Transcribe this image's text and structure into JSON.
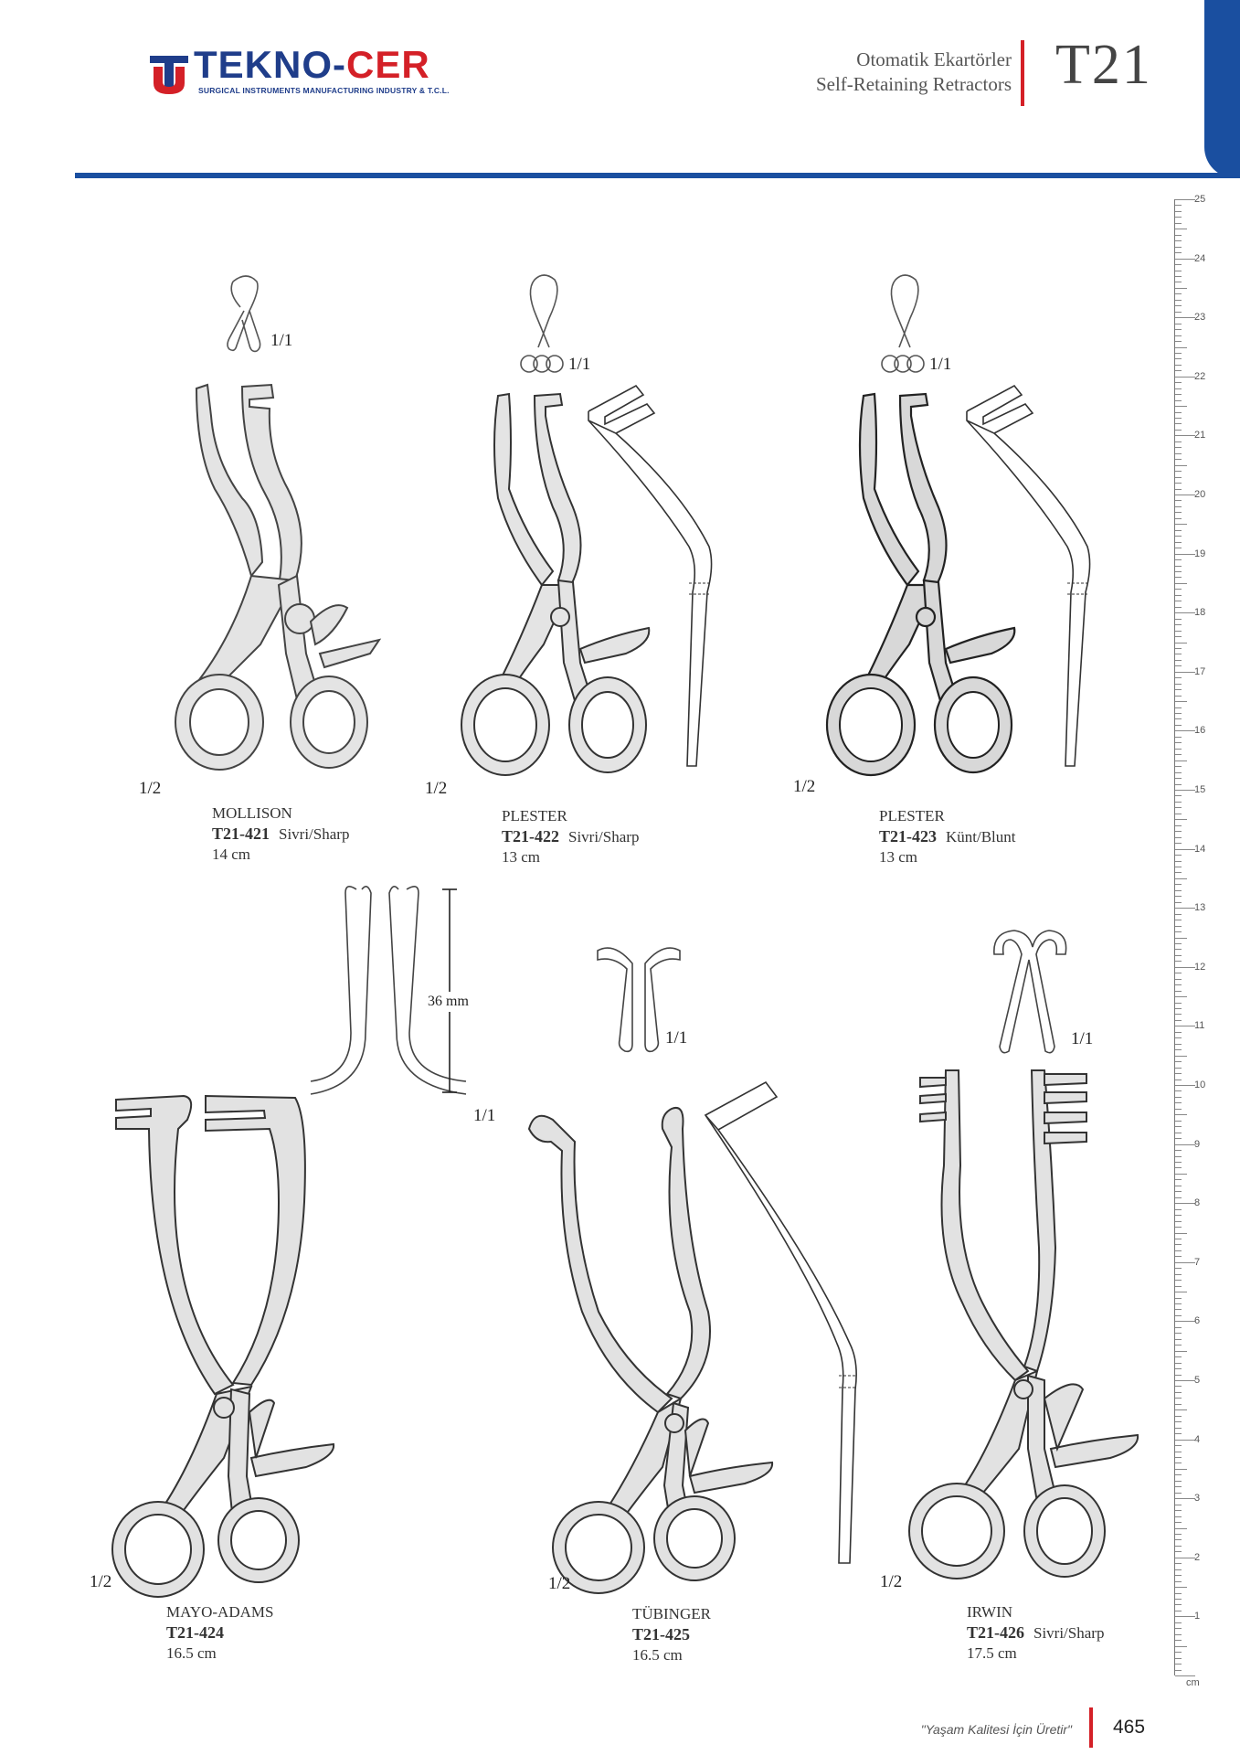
{
  "header": {
    "brand_main": "TEKNO-",
    "brand_accent": "CER",
    "brand_sub": "SURGICAL INSTRUMENTS MANUFACTURING INDUSTRY & T.C.L.",
    "category_tr": "Otomatik Ekartörler",
    "category_en": "Self-Retaining Retractors",
    "section_code": "T21"
  },
  "products": [
    {
      "name": "MOLLISON",
      "code": "T21-421",
      "type": "Sivri/Sharp",
      "size": "14 cm",
      "scale_tip": "1/1",
      "scale_body": "1/2"
    },
    {
      "name": "PLESTER",
      "code": "T21-422",
      "type": "Sivri/Sharp",
      "size": "13 cm",
      "scale_tip": "1/1",
      "scale_body": "1/2"
    },
    {
      "name": "PLESTER",
      "code": "T21-423",
      "type": "Künt/Blunt",
      "size": "13 cm",
      "scale_tip": "1/1",
      "scale_body": "1/2"
    },
    {
      "name": "MAYO-ADAMS",
      "code": "T21-424",
      "type": "",
      "size": "16.5 cm",
      "scale_tip": "1/1",
      "scale_body": "1/2",
      "dimension": "36 mm"
    },
    {
      "name": "TÜBINGER",
      "code": "T21-425",
      "type": "",
      "size": "16.5 cm",
      "scale_tip": "1/1",
      "scale_body": "1/2"
    },
    {
      "name": "IRWIN",
      "code": "T21-426",
      "type": "Sivri/Sharp",
      "size": "17.5 cm",
      "scale_tip": "1/1",
      "scale_body": "1/2"
    }
  ],
  "ruler": {
    "labels": [
      "25",
      "24",
      "23",
      "22",
      "21",
      "20",
      "19",
      "18",
      "17",
      "16",
      "15",
      "14",
      "13",
      "12",
      "11",
      "10",
      "9",
      "8",
      "7",
      "6",
      "5",
      "4",
      "3",
      "2",
      "1"
    ],
    "unit": "cm"
  },
  "footer": {
    "slogan": "\"Yaşam Kalitesi İçin Üretir\"",
    "page_number": "465"
  },
  "colors": {
    "brand_blue": "#1a4fa0",
    "accent_red": "#d42027"
  }
}
